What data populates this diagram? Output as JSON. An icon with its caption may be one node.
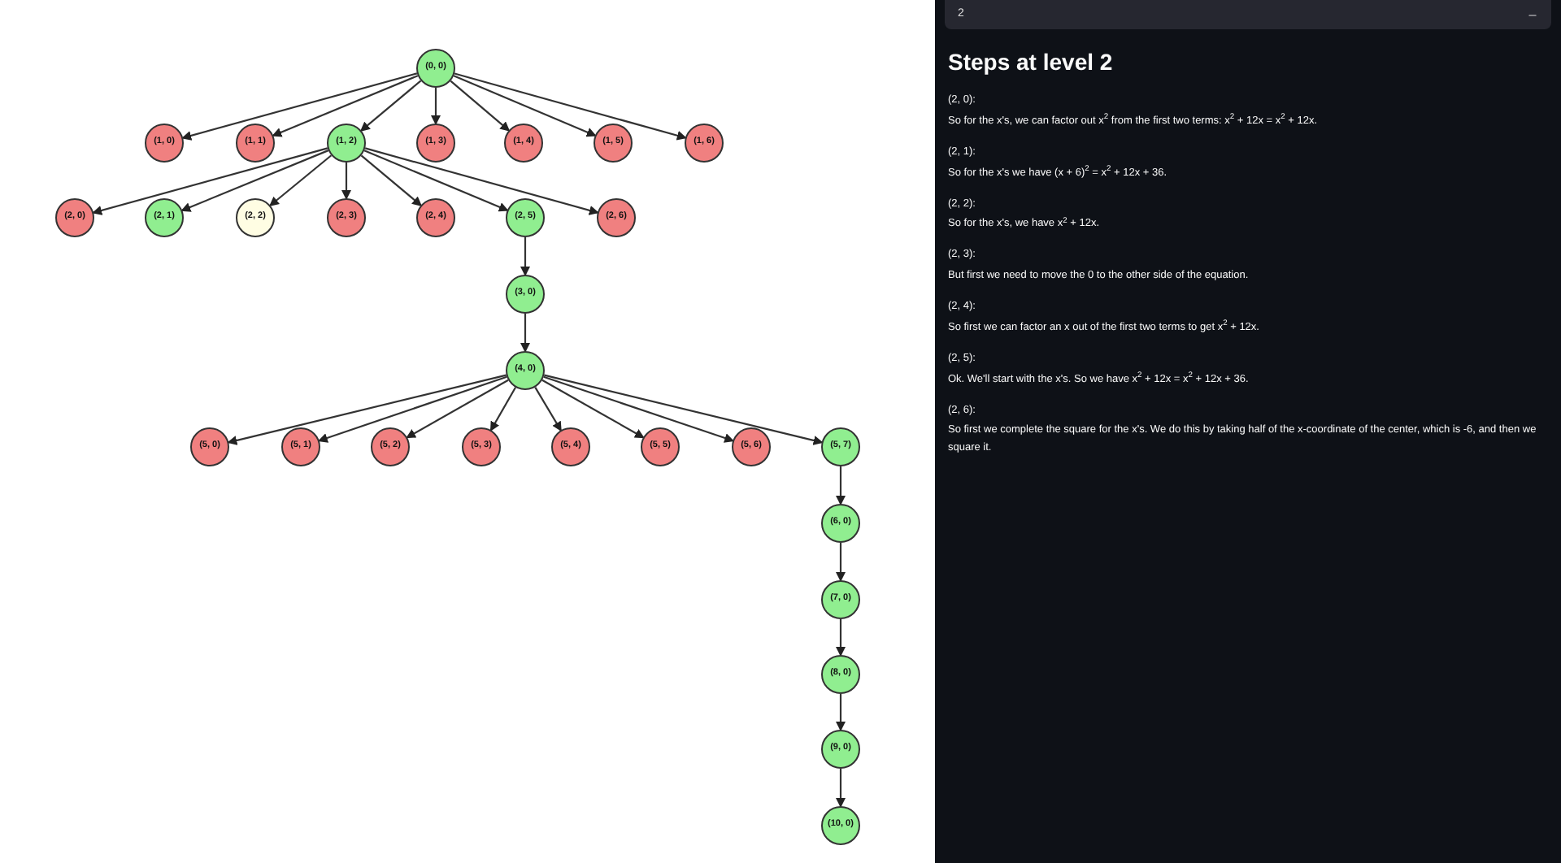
{
  "diagram": {
    "nodes": [
      {
        "text": [
          "(0, 0)"
        ]
      },
      {
        "text": [
          "(1, 0)"
        ]
      },
      {
        "text": [
          "(1, 1)"
        ]
      },
      {
        "text": [
          "(1, 2)"
        ]
      },
      {
        "text": [
          "(1, 3)"
        ]
      },
      {
        "text": [
          "(1, 4)"
        ]
      },
      {
        "text": [
          "(1, 5)"
        ]
      },
      {
        "text": [
          "(1, 6)"
        ]
      },
      {
        "text": [
          "(2, 0)"
        ]
      },
      {
        "text": [
          "(2, 1)"
        ]
      },
      {
        "text": [
          "(2, 2)"
        ]
      },
      {
        "text": [
          "(2, 3)"
        ]
      },
      {
        "text": [
          "(2, 4)"
        ]
      },
      {
        "text": [
          "(2, 5)"
        ]
      },
      {
        "text": [
          "(2, 6)"
        ]
      },
      {
        "text": [
          "(3, 0)"
        ]
      },
      {
        "text": [
          "(4, 0)"
        ]
      },
      {
        "text": [
          "(5, 0)"
        ]
      },
      {
        "text": [
          "(5, 1)"
        ]
      },
      {
        "text": [
          "(5, 2)"
        ]
      },
      {
        "text": [
          "(5, 3)"
        ]
      },
      {
        "text": [
          "(5, 4)"
        ]
      },
      {
        "text": [
          "(5, 5)"
        ]
      },
      {
        "text": [
          "(5, 6)"
        ]
      },
      {
        "text": [
          "(5, 7)"
        ]
      },
      {
        "text": [
          "(6, 0)"
        ]
      },
      {
        "text": [
          "(7, 0)"
        ]
      },
      {
        "text": [
          "(8, 0)"
        ]
      },
      {
        "text": [
          "(9, 0)"
        ]
      },
      {
        "text": [
          "(10, 0)"
        ]
      }
    ],
    "edges": [
      {
        "from": 0,
        "to": 1,
        "arrow": "to"
      },
      {
        "from": 0,
        "to": 2,
        "arrow": "to"
      },
      {
        "from": 0,
        "to": 3,
        "arrow": "to"
      },
      {
        "from": 0,
        "to": 4,
        "arrow": "to"
      },
      {
        "from": 0,
        "to": 5,
        "arrow": "to"
      },
      {
        "from": 0,
        "to": 6,
        "arrow": "to"
      },
      {
        "from": 0,
        "to": 7,
        "arrow": "to"
      },
      {
        "from": 3,
        "to": 8,
        "arrow": "to"
      },
      {
        "from": 3,
        "to": 9,
        "arrow": "to"
      },
      {
        "from": 3,
        "to": 10,
        "arrow": "to"
      },
      {
        "from": 3,
        "to": 11,
        "arrow": "to"
      },
      {
        "from": 3,
        "to": 12,
        "arrow": "to"
      },
      {
        "from": 3,
        "to": 13,
        "arrow": "to"
      },
      {
        "from": 3,
        "to": 14,
        "arrow": "to"
      },
      {
        "from": 13,
        "to": 15,
        "arrow": "to"
      },
      {
        "from": 15,
        "to": 16,
        "arrow": "to"
      },
      {
        "from": 16,
        "to": 17,
        "arrow": "to"
      },
      {
        "from": 16,
        "to": 18,
        "arrow": "to"
      },
      {
        "from": 16,
        "to": 19,
        "arrow": "to"
      },
      {
        "from": 16,
        "to": 20,
        "arrow": "to"
      },
      {
        "from": 16,
        "to": 21,
        "arrow": "to"
      },
      {
        "from": 16,
        "to": 22,
        "arrow": "to"
      },
      {
        "from": 16,
        "to": 23,
        "arrow": "to"
      },
      {
        "from": 16,
        "to": 24,
        "arrow": "to"
      },
      {
        "from": 24,
        "to": 25,
        "arrow": "to"
      },
      {
        "from": 25,
        "to": 26,
        "arrow": "to"
      },
      {
        "from": 26,
        "to": 27,
        "arrow": "to"
      },
      {
        "from": 27,
        "to": 28,
        "arrow": "to"
      },
      {
        "from": 28,
        "to": 29,
        "arrow": "to"
      }
    ],
    "labels": [
      "2",
      "Steps at level 2",
      "(2, 0):",
      "So for the x's, we can factor out x$^{2}$ from the first two terms: x$^{2}$ + 12x = x$^{2}$ + 12x.",
      "(2, 1):",
      "So for the x's we have (x + 6)$^{2}$ = x$^{2}$ + 12x + 36.",
      "(2, 2):",
      "So for the x's, we have x$^{2}$ + 12x.",
      "(2, 3):",
      "But first we need to move the 0 to the other side of the equation.",
      "(2, 4):",
      "So first we can factor an x out of the first two terms to get x$^{2}$ + 12x.",
      "(2, 5):",
      "Ok. We'll start with the x's. So we have x$^{2}$ + 12x = x$^{2}$ + 12x + 36.",
      "(2, 6):",
      "So first we complete the square for the x's. We do this by taking half of the x-coordinate of the center, which is -6, and then we square it."
    ]
  }
}
